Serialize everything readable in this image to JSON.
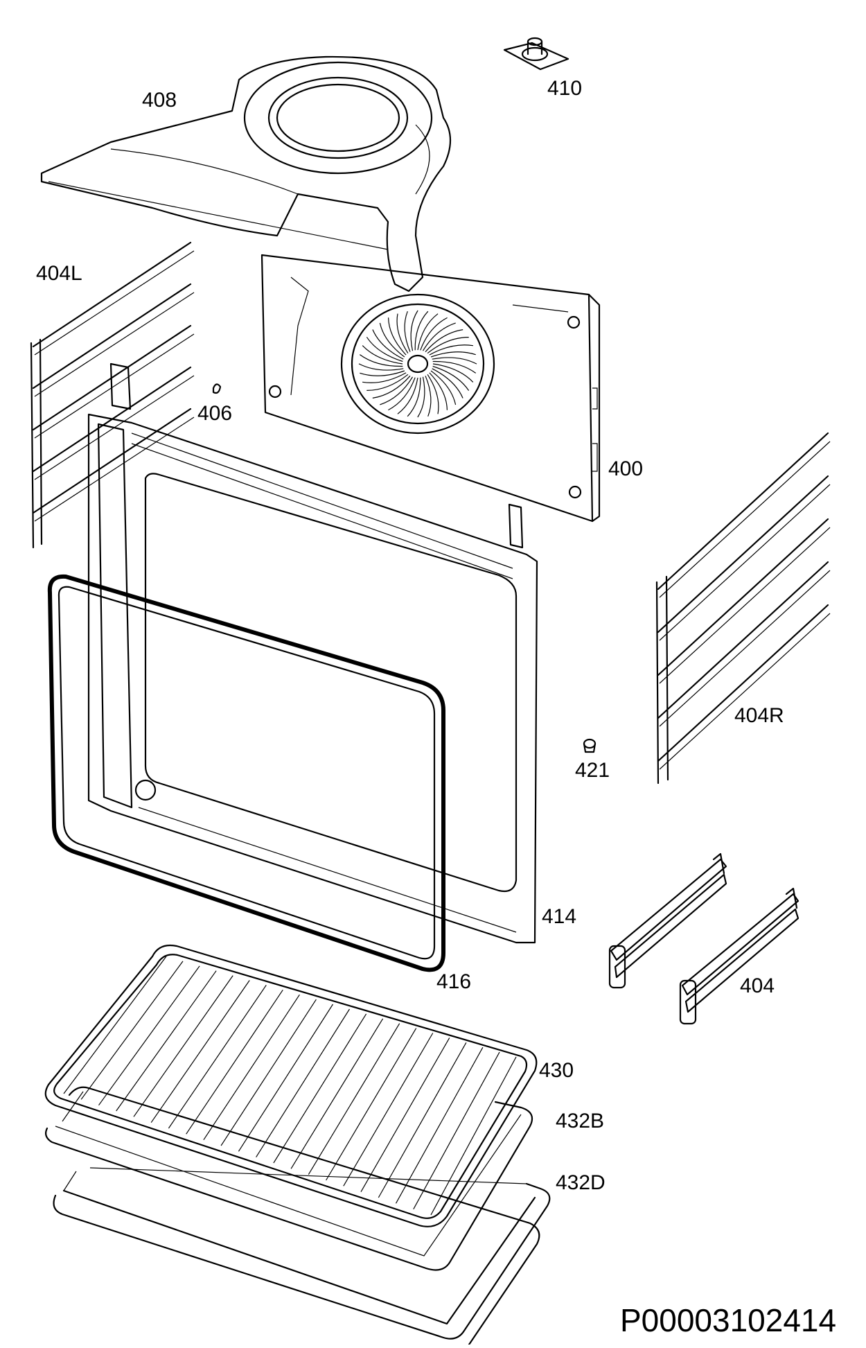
{
  "parts": [
    {
      "id": "part-408",
      "label": "408"
    },
    {
      "id": "part-410",
      "label": "410"
    },
    {
      "id": "part-404L",
      "label": "404L"
    },
    {
      "id": "part-406",
      "label": "406"
    },
    {
      "id": "part-400",
      "label": "400"
    },
    {
      "id": "part-404R",
      "label": "404R"
    },
    {
      "id": "part-421",
      "label": "421"
    },
    {
      "id": "part-414",
      "label": "414"
    },
    {
      "id": "part-416",
      "label": "416"
    },
    {
      "id": "part-404",
      "label": "404"
    },
    {
      "id": "part-430",
      "label": "430"
    },
    {
      "id": "part-432B",
      "label": "432B"
    },
    {
      "id": "part-432D",
      "label": "432D"
    }
  ],
  "diagram_code": "P00003102414"
}
